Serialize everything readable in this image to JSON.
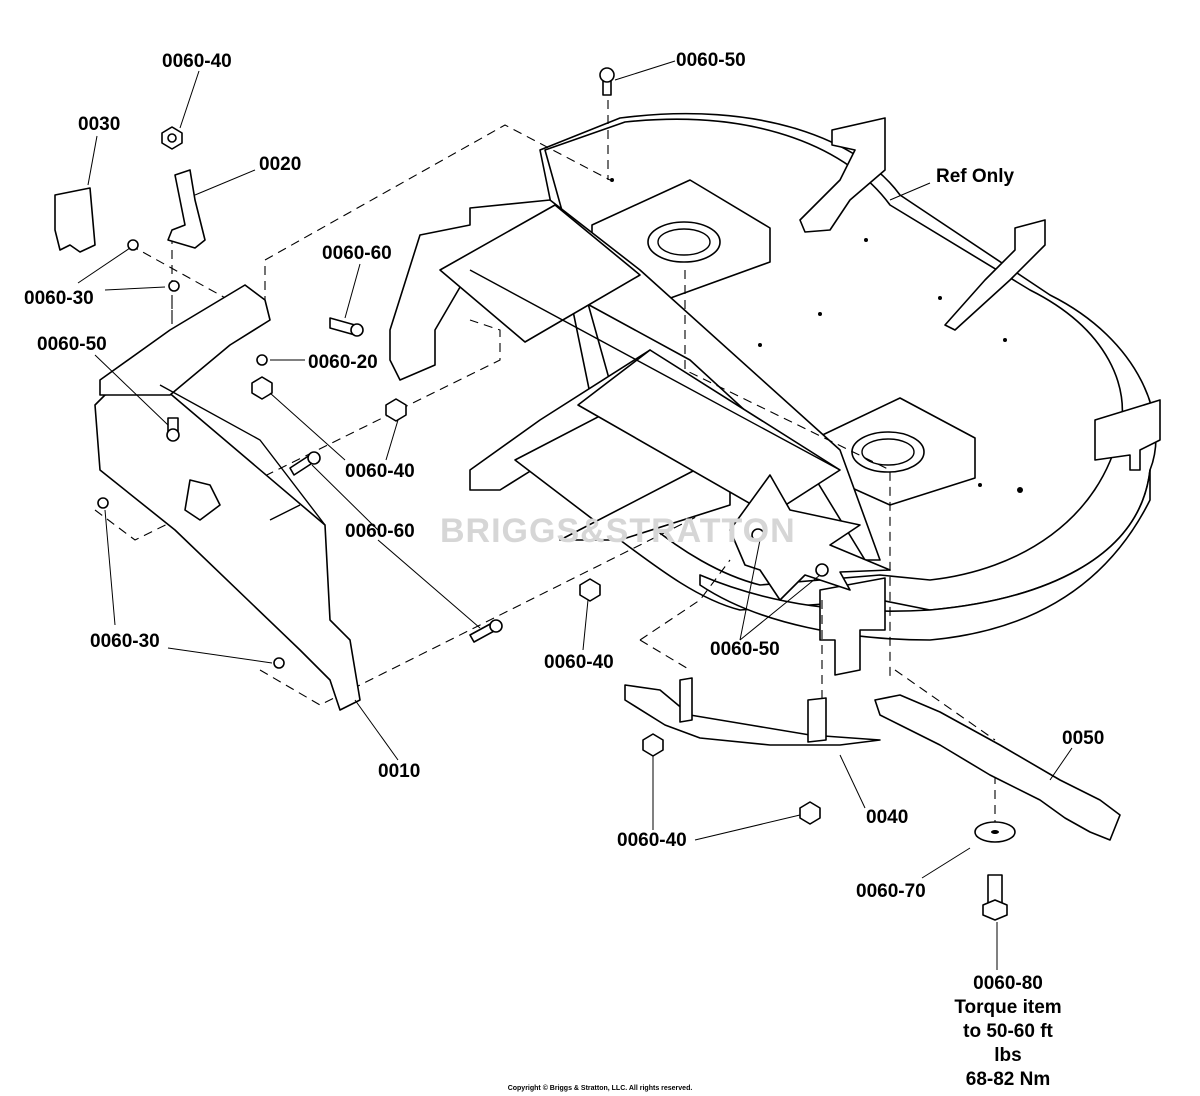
{
  "labels": {
    "l_0060_40_a": "0060-40",
    "l_0030": "0030",
    "l_0020": "0020",
    "l_0060_30_a": "0060-30",
    "l_0060_50_a": "0060-50",
    "l_0060_60_a": "0060-60",
    "l_0060_20": "0060-20",
    "l_0060_40_b": "0060-40",
    "l_0060_60_b": "0060-60",
    "l_0060_30_b": "0060-30",
    "l_0010": "0010",
    "l_0060_50_top": "0060-50",
    "l_ref_only": "Ref Only",
    "l_0060_40_c": "0060-40",
    "l_0060_50_c": "0060-50",
    "l_0060_40_d": "0060-40",
    "l_0040": "0040",
    "l_0050": "0050",
    "l_0060_70": "0060-70",
    "l_0060_80": "0060-80"
  },
  "torque_note": {
    "line1": "Torque item",
    "line2": "to 50-60 ft lbs",
    "line3": "68-82 Nm"
  },
  "watermark": "BRIGGS&STRATTON",
  "copyright": "Copyright © Briggs & Stratton, LLC. All rights reserved."
}
